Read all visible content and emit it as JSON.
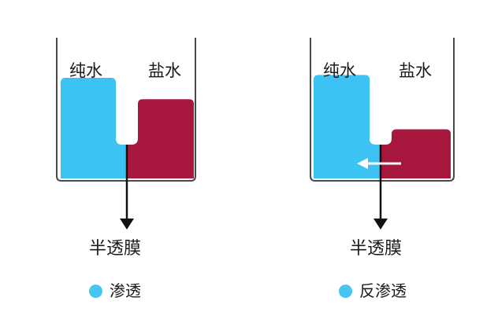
{
  "colors": {
    "pure_water": "#3cc3f4",
    "salt_water": "#a8173e",
    "outline": "#4a4a4a",
    "arrow": "#111111",
    "reverse_arrow": "#ffffff",
    "legend_dot": "#45c6f2"
  },
  "panels": [
    {
      "label_left": "纯水",
      "label_right": "盐水",
      "membrane_caption": "半透膜",
      "legend_text": "渗透",
      "pure_level": 0.72,
      "salt_level": 0.57
    },
    {
      "label_left": "纯水",
      "label_right": "盐水",
      "membrane_caption": "半透膜",
      "legend_text": "反渗透",
      "pure_level": 0.74,
      "salt_level": 0.36
    }
  ]
}
